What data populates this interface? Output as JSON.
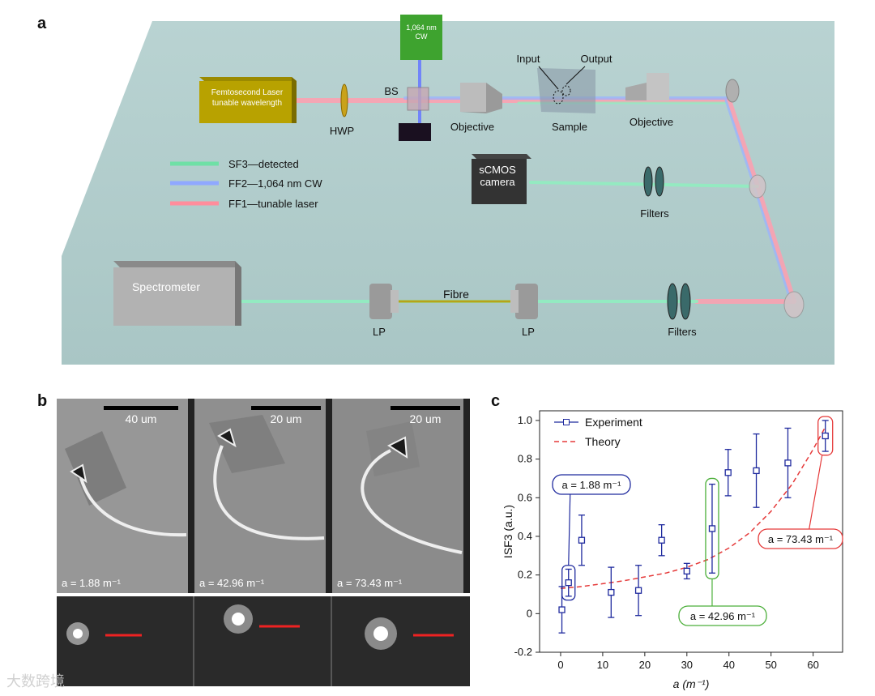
{
  "panel_labels": {
    "a": "a",
    "b": "b",
    "c": "c"
  },
  "setup": {
    "laser_label_line1": "Femtosecond Laser",
    "laser_label_line2": "tunable wavelength",
    "cw_label_line1": "1,064 nm",
    "cw_label_line2": "CW",
    "hwp": "HWP",
    "bs": "BS",
    "objective_left": "Objective",
    "objective_right": "Objective",
    "sample": "Sample",
    "input": "Input",
    "output": "Output",
    "camera_line1": "sCMOS",
    "camera_line2": "camera",
    "filters_top": "Filters",
    "filters_bottom": "Filters",
    "spectrometer": "Spectrometer",
    "fibre": "Fibre",
    "lp_left": "LP",
    "lp_right": "LP",
    "legend": [
      {
        "label": "SF3—detected",
        "color": "#6fe0a6"
      },
      {
        "label": "FF2—1,064 nm CW",
        "color": "#8fa8ff"
      },
      {
        "label": "FF1—tunable laser",
        "color": "#ff8d9c"
      }
    ]
  },
  "sem": {
    "scalebars": [
      "40 um",
      "20 um",
      "20 um"
    ],
    "labels": [
      "a = 1.88 m⁻¹",
      "a = 42.96 m⁻¹",
      "a = 73.43 m⁻¹"
    ]
  },
  "chart_data": {
    "type": "scatter",
    "xlabel": "a (m⁻¹)",
    "ylabel": "ISF3 (a.u.)",
    "xlim": [
      -5,
      67
    ],
    "ylim": [
      -0.2,
      1.05
    ],
    "xticks": [
      0,
      10,
      20,
      30,
      40,
      50,
      60
    ],
    "yticks": [
      -0.2,
      0,
      0.2,
      0.4,
      0.6,
      0.8,
      1.0
    ],
    "ytick_labels": [
      "-0.2",
      "0",
      "0.2",
      "0.4",
      "0.6",
      "0.8",
      "1.0"
    ],
    "series": [
      {
        "name": "Experiment",
        "color": "#1f2a9e",
        "x": [
          0.3,
          1.88,
          5.0,
          12.0,
          18.5,
          24.0,
          30.0,
          36.0,
          39.8,
          46.5,
          54.0,
          62.9
        ],
        "y": [
          0.02,
          0.16,
          0.38,
          0.11,
          0.12,
          0.38,
          0.22,
          0.44,
          0.73,
          0.74,
          0.78,
          0.92
        ],
        "err": [
          0.12,
          0.07,
          0.13,
          0.13,
          0.13,
          0.08,
          0.04,
          0.23,
          0.12,
          0.19,
          0.18,
          0.08
        ]
      },
      {
        "name": "Theory",
        "color": "#e53a3a",
        "style": "dashed",
        "x": [
          0,
          5,
          10,
          15,
          20,
          25,
          30,
          35,
          40,
          45,
          50,
          55,
          60,
          63
        ],
        "y": [
          0.13,
          0.14,
          0.155,
          0.17,
          0.19,
          0.21,
          0.24,
          0.28,
          0.34,
          0.42,
          0.53,
          0.67,
          0.85,
          0.97
        ]
      }
    ],
    "annotations": [
      {
        "text": "a = 1.88 m⁻¹",
        "color": "#1f2a9e"
      },
      {
        "text": "a = 42.96 m⁻¹",
        "color": "#4caf3a"
      },
      {
        "text": "a = 73.43 m⁻¹",
        "color": "#e53a3a"
      }
    ],
    "legend_position": "top-left"
  },
  "watermark": "大数跨境"
}
